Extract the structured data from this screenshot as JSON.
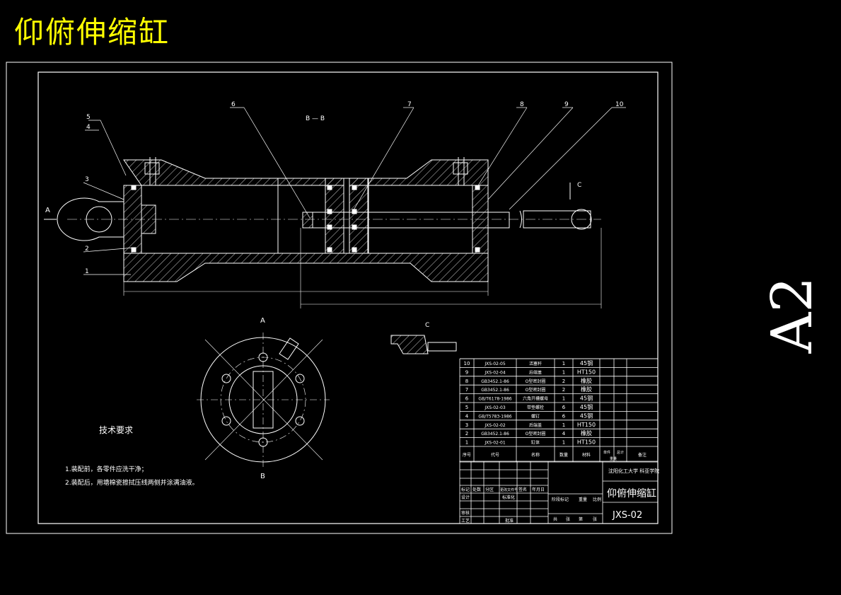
{
  "title": "仰俯伸缩缸",
  "sheet_size": "A2",
  "section_label": "B — B",
  "view_a": "A",
  "view_b": "B",
  "view_c": "C",
  "callouts": [
    "1",
    "2",
    "3",
    "4",
    "5",
    "6",
    "7",
    "8",
    "9",
    "10"
  ],
  "tech_req_title": "技术要求",
  "tech_req_lines": [
    "1.装配前，各零件应洗干净；",
    "2.装配后，用塘棉瓷擦拭压线两侧并涂满油液。"
  ],
  "bom": {
    "rows": [
      {
        "no": "10",
        "code": "JXS-02-05",
        "name": "活塞杆",
        "qty": "1",
        "mat": "45钢"
      },
      {
        "no": "9",
        "code": "JXS-02-04",
        "name": "后端盖",
        "qty": "1",
        "mat": "HT150"
      },
      {
        "no": "8",
        "code": "GB3452.1-86",
        "name": "O型密封圈",
        "qty": "2",
        "mat": "橡胶"
      },
      {
        "no": "7",
        "code": "GB3452.1-86",
        "name": "O型密封圈",
        "qty": "2",
        "mat": "橡胶"
      },
      {
        "no": "6",
        "code": "GB/T6178-1986",
        "name": "六角开槽螺母",
        "qty": "1",
        "mat": "45钢"
      },
      {
        "no": "5",
        "code": "JXS-02-03",
        "name": "带垫螺栓",
        "qty": "6",
        "mat": "45钢"
      },
      {
        "no": "4",
        "code": "GB/T5783-1986",
        "name": "螺钉",
        "qty": "6",
        "mat": "45钢"
      },
      {
        "no": "3",
        "code": "JXS-02-02",
        "name": "后端盖",
        "qty": "1",
        "mat": "HT150"
      },
      {
        "no": "2",
        "code": "GB3452.1-86",
        "name": "O型密封圈",
        "qty": "4",
        "mat": "橡胶"
      },
      {
        "no": "1",
        "code": "JXS-02-01",
        "name": "缸体",
        "qty": "1",
        "mat": "HT150"
      }
    ],
    "header": {
      "no": "序号",
      "code": "代号",
      "name": "名称",
      "qty": "数量",
      "mat": "材料",
      "single": "单件",
      "total": "总计",
      "weight": "重量",
      "remark": "备注"
    }
  },
  "title_block": {
    "org": "沈阳化工大学 科亚学院",
    "part_name": "仰俯伸缩缸",
    "drawing_no": "JXS-02",
    "rows_left": [
      "标记",
      "设计",
      "审核",
      "工艺"
    ],
    "labels": [
      "处数",
      "分区",
      "更改文件号",
      "签名",
      "年月日",
      "标准化",
      "批准",
      "阶段标记",
      "重量",
      "比例",
      "共",
      "张",
      "第",
      "张"
    ]
  }
}
